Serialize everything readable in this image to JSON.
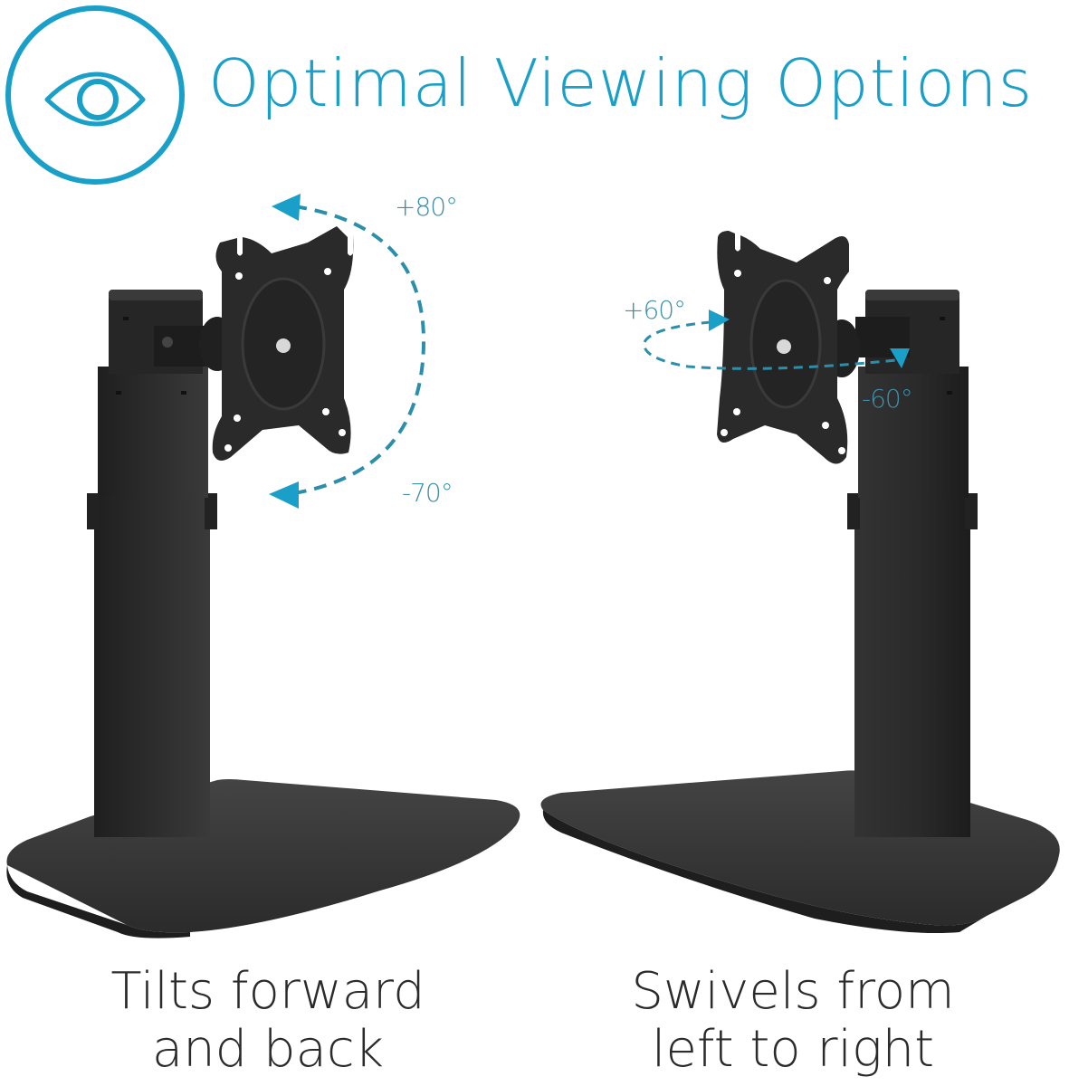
{
  "header": {
    "icon": "eye-icon",
    "title": "Optimal Viewing Options"
  },
  "panels": [
    {
      "name": "tilt",
      "angles": {
        "upper": "+80°",
        "lower": "-70°"
      },
      "caption_line1": "Tilts forward",
      "caption_line2": "and back"
    },
    {
      "name": "swivel",
      "angles": {
        "left": "+60°",
        "right": "-60°"
      },
      "caption_line1": "Swivels from",
      "caption_line2": "left to right"
    }
  ],
  "colors": {
    "accent": "#1aa0c8",
    "angle_text": "#3f8fa8",
    "stand": "#2e2e2e",
    "caption": "#2b2b2b"
  }
}
